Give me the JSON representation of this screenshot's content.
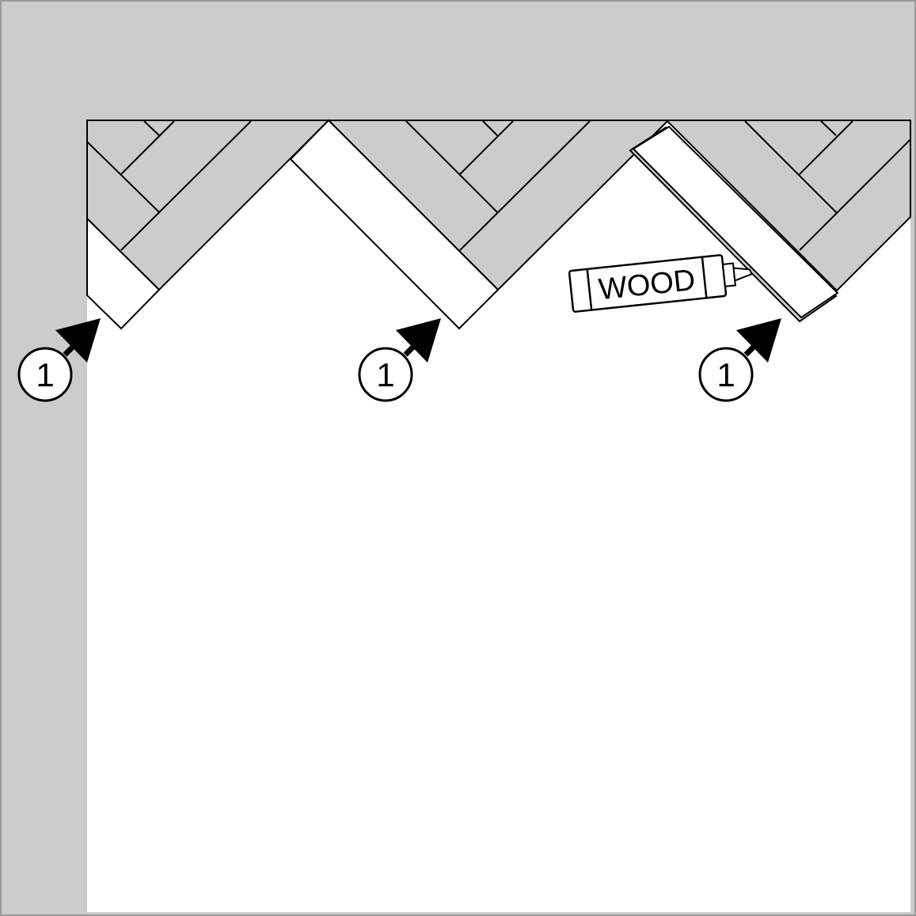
{
  "diagram": {
    "tube_label": "WOOD",
    "callouts": [
      {
        "label": "1"
      },
      {
        "label": "1"
      },
      {
        "label": "1"
      }
    ],
    "colors": {
      "wall": "#cccccc",
      "floor": "#ffffff",
      "plank_laid": "#cccccc",
      "plank_new": "#ffffff",
      "line": "#000000",
      "frame": "#999999"
    }
  }
}
